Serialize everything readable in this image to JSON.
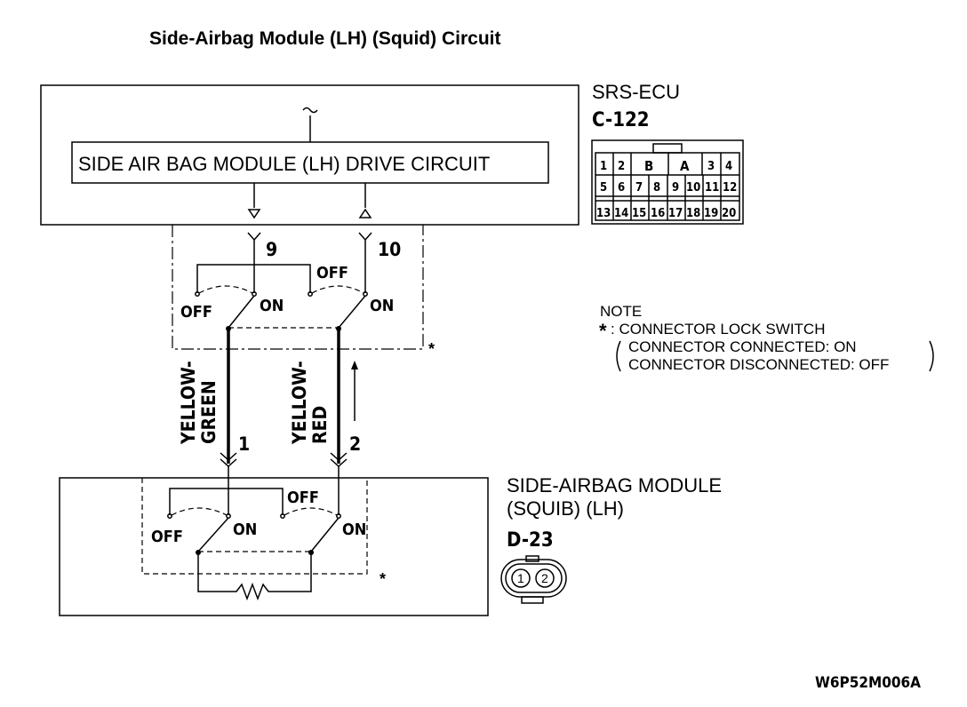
{
  "title": "Side-Airbag Module (LH) (Squid) Circuit",
  "ecu": {
    "label": "SRS-ECU",
    "connector": "C-122",
    "drive_circuit": "SIDE AIR BAG MODULE (LH) DRIVE CIRCUIT",
    "pins": [
      "1",
      "2",
      "B",
      "A",
      "3",
      "4",
      "5",
      "6",
      "7",
      "8",
      "9",
      "10",
      "11",
      "12",
      "13",
      "14",
      "15",
      "16",
      "17",
      "18",
      "19",
      "20"
    ]
  },
  "harness": {
    "pin_9": "9",
    "pin_10": "10",
    "wire_1_line1": "YELLOW-",
    "wire_1_line2": "GREEN",
    "wire_2_line1": "YELLOW-",
    "wire_2_line2": "RED",
    "pin_1": "1",
    "pin_2": "2"
  },
  "switch_labels": {
    "on": "ON",
    "off": "OFF",
    "star": "*"
  },
  "note": {
    "heading": "NOTE",
    "line1": ": CONNECTOR LOCK SWITCH",
    "line2": "CONNECTOR CONNECTED: ON",
    "line3": "CONNECTOR DISCONNECTED: OFF",
    "star": "*"
  },
  "module": {
    "label_line1": "SIDE-AIRBAG MODULE",
    "label_line2": "(SQUIB) (LH)",
    "connector": "D-23",
    "pins": [
      "1",
      "2"
    ]
  },
  "figure_code": "W6P52M006A"
}
